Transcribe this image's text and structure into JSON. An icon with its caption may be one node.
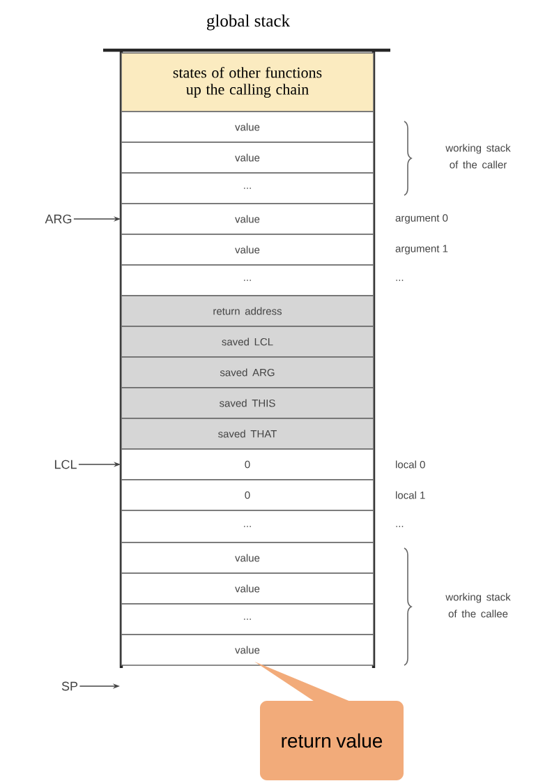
{
  "diagram": {
    "title": "global stack",
    "nodes": [
      {
        "text": [
          "states of other functions up the calling chain"
        ]
      },
      {
        "text": [
          "value"
        ]
      },
      {
        "text": [
          "value"
        ]
      },
      {
        "text": [
          "..."
        ]
      },
      {
        "text": [
          "value"
        ],
        "beside": [
          "argument 0"
        ]
      },
      {
        "text": [
          "value"
        ],
        "beside": [
          "argument 1"
        ]
      },
      {
        "text": [
          "..."
        ],
        "beside": [
          "..."
        ]
      },
      {
        "text": [
          "return address"
        ]
      },
      {
        "text": [
          "saved LCL"
        ]
      },
      {
        "text": [
          "saved ARG"
        ]
      },
      {
        "text": [
          "saved THIS"
        ]
      },
      {
        "text": [
          "saved THAT"
        ]
      },
      {
        "text": [
          "0"
        ],
        "beside": [
          "local 0"
        ]
      },
      {
        "text": [
          "0"
        ],
        "beside": [
          "local 1"
        ]
      },
      {
        "text": [
          "..."
        ],
        "beside": [
          "..."
        ]
      },
      {
        "text": [
          "value"
        ]
      },
      {
        "text": [
          "value"
        ]
      },
      {
        "text": [
          "..."
        ]
      },
      {
        "text": [
          "value"
        ]
      },
      {
        "text": [
          "ARG"
        ]
      },
      {
        "text": [
          "LCL"
        ]
      },
      {
        "text": [
          "SP"
        ]
      },
      {
        "text": [
          "return value"
        ]
      }
    ],
    "edges": [
      {
        "from": 19,
        "to": 4,
        "arrow": "to"
      },
      {
        "from": 20,
        "to": 12,
        "arrow": "to"
      },
      {
        "from": 21,
        "to": null,
        "arrow": "to"
      },
      {
        "from": 22,
        "to": 18,
        "arrow": "none"
      }
    ],
    "labels": [
      "working stack of the caller",
      "working stack of the callee"
    ]
  }
}
